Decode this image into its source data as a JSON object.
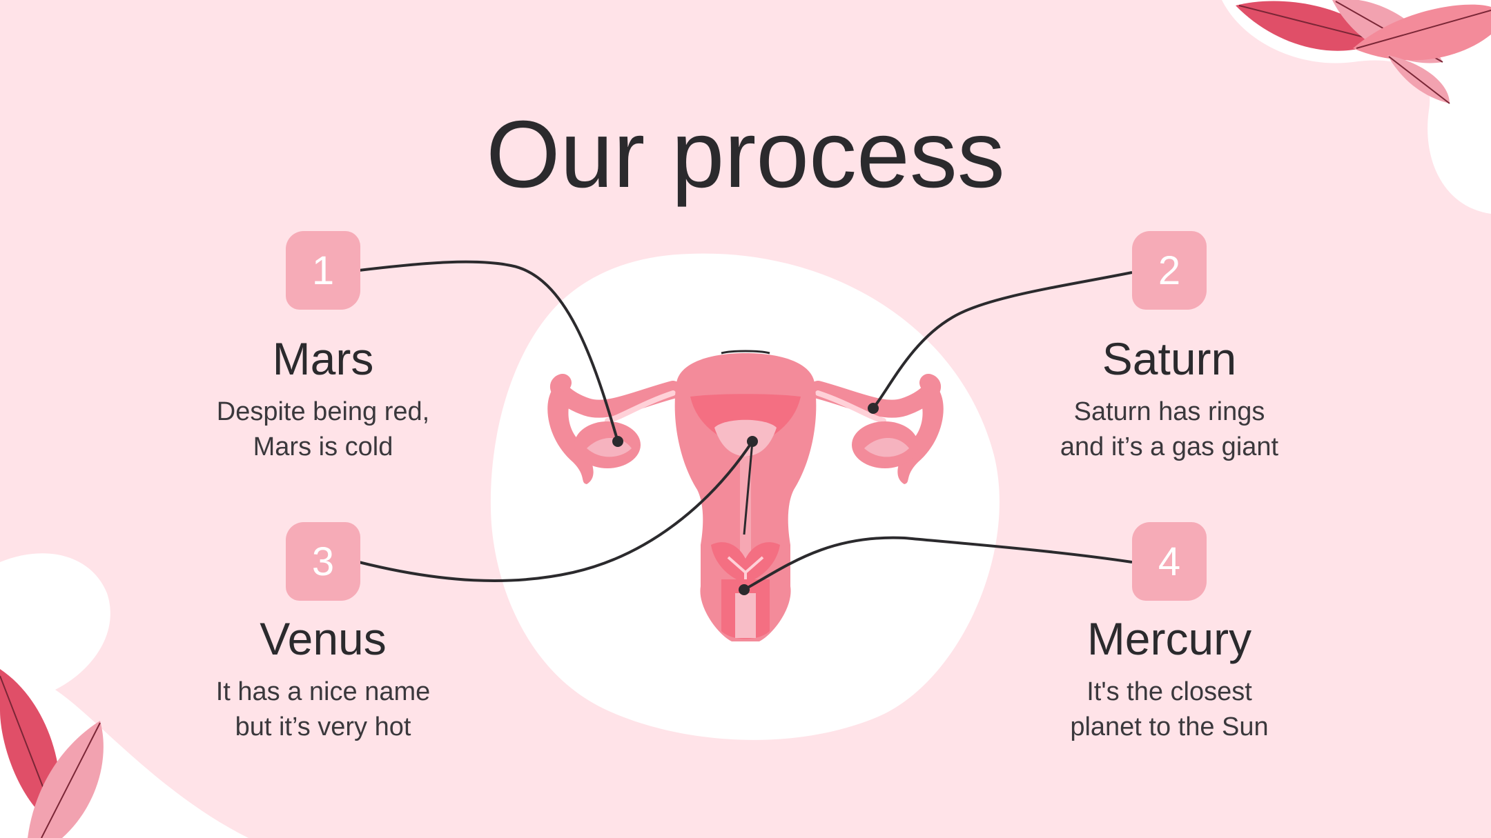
{
  "slide": {
    "title": "Our process",
    "colors": {
      "background": "#ffe3e8",
      "accent": "#f6abb7",
      "organ": "#f38b9a",
      "leaf": "#e04f68",
      "text": "#2b2a2d"
    },
    "steps": [
      {
        "number": "1",
        "title": "Mars",
        "desc_line1": "Despite being red,",
        "desc_line2": "Mars is cold"
      },
      {
        "number": "2",
        "title": "Saturn",
        "desc_line1": "Saturn has rings",
        "desc_line2": "and it’s a gas giant"
      },
      {
        "number": "3",
        "title": "Venus",
        "desc_line1": "It has a nice name",
        "desc_line2": "but it’s very hot"
      },
      {
        "number": "4",
        "title": "Mercury",
        "desc_line1": "It's the closest",
        "desc_line2": "planet to the Sun"
      }
    ]
  }
}
